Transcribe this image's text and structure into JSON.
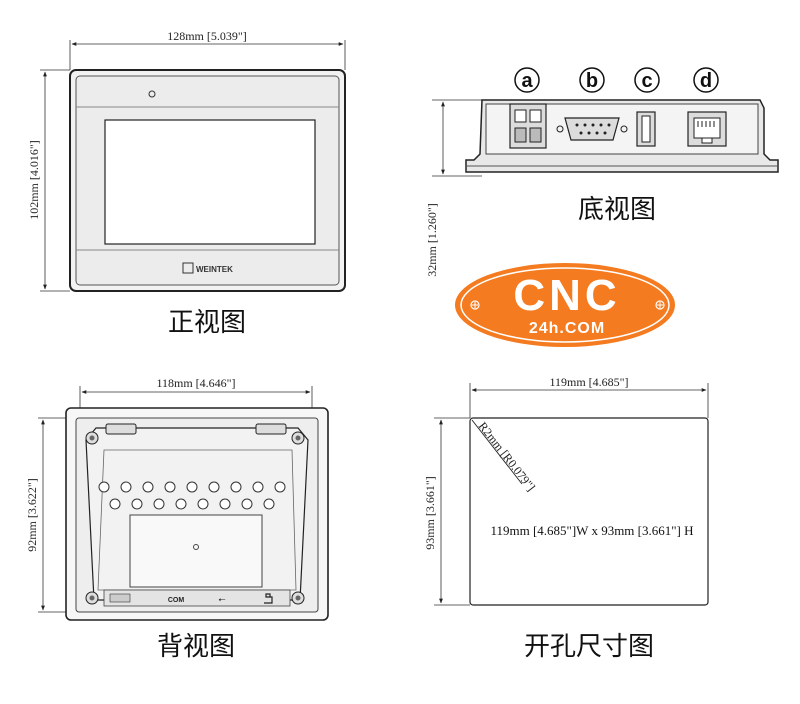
{
  "front_view": {
    "width_label": "128mm [5.039\"]",
    "height_label": "102mm [4.016\"]",
    "brand": "WEINTEK",
    "caption": "正视图"
  },
  "bottom_view": {
    "port_labels": [
      "a",
      "b",
      "c",
      "d"
    ],
    "depth_label": "32mm [1.260\"]",
    "caption": "底视图"
  },
  "back_view": {
    "width_label": "118mm [4.646\"]",
    "height_label": "92mm [3.622\"]",
    "port_text": "COM",
    "caption": "背视图"
  },
  "cutout_view": {
    "width_label": "119mm [4.685\"]",
    "height_label": "93mm [3.661\"]",
    "corner_label": "R2mm [R0.079\"]",
    "size_text": "119mm [4.685\"]W x 93mm [3.661\"] H",
    "caption": "开孔尺寸图"
  },
  "logo": {
    "main": "CNC",
    "sub": "24h.COM",
    "color": "#f47b20"
  }
}
